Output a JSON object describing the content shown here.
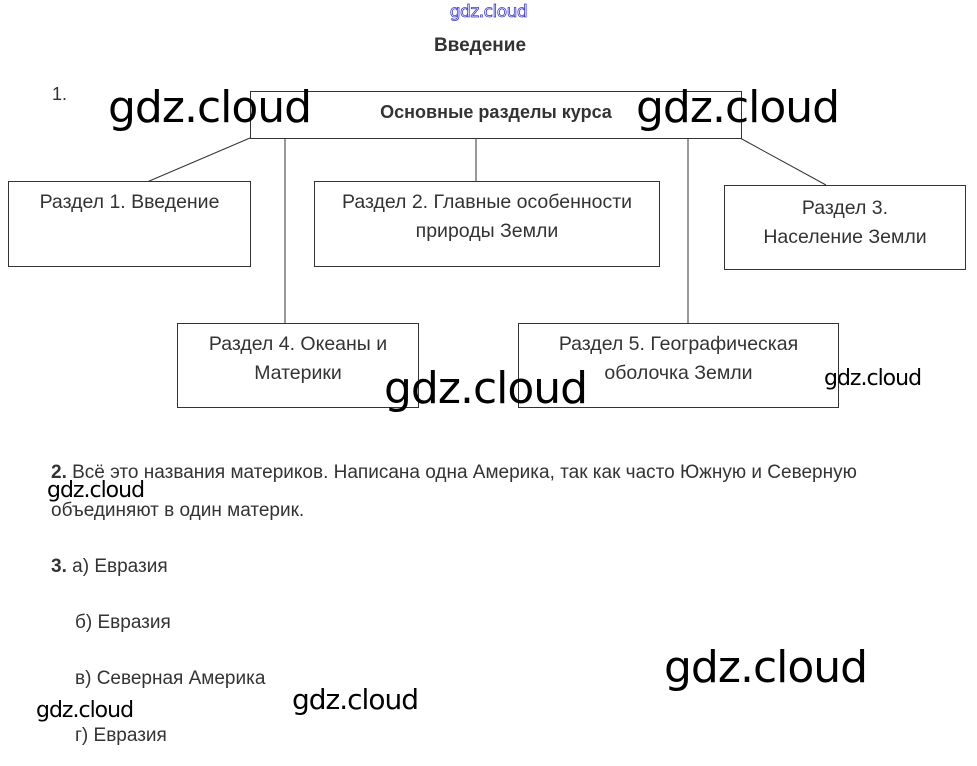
{
  "header": {
    "site_mark": "gdz.cloud",
    "title": "Введение"
  },
  "task1": {
    "number": "1.",
    "diagram": {
      "root": "Основные разделы курса",
      "sections": [
        {
          "label": "Раздел 1. Введение"
        },
        {
          "label": "Раздел 2. Главные особенности природы Земли"
        },
        {
          "label": "Раздел 3. Население Земли"
        },
        {
          "label": "Раздел 4. Океаны и Материки"
        },
        {
          "label": "Раздел 5. Географическая оболочка Земли"
        }
      ]
    }
  },
  "task2": {
    "number": "2.",
    "text": " Всё это названия материков. Написана одна Америка, так как часто Южную и Северную объединяют в один материк."
  },
  "task3": {
    "number": "3.",
    "answers": [
      "а) Евразия",
      "б) Евразия",
      "в) Северная Америка",
      "г) Евразия"
    ]
  },
  "watermarks": {
    "text": "gdz.cloud"
  }
}
